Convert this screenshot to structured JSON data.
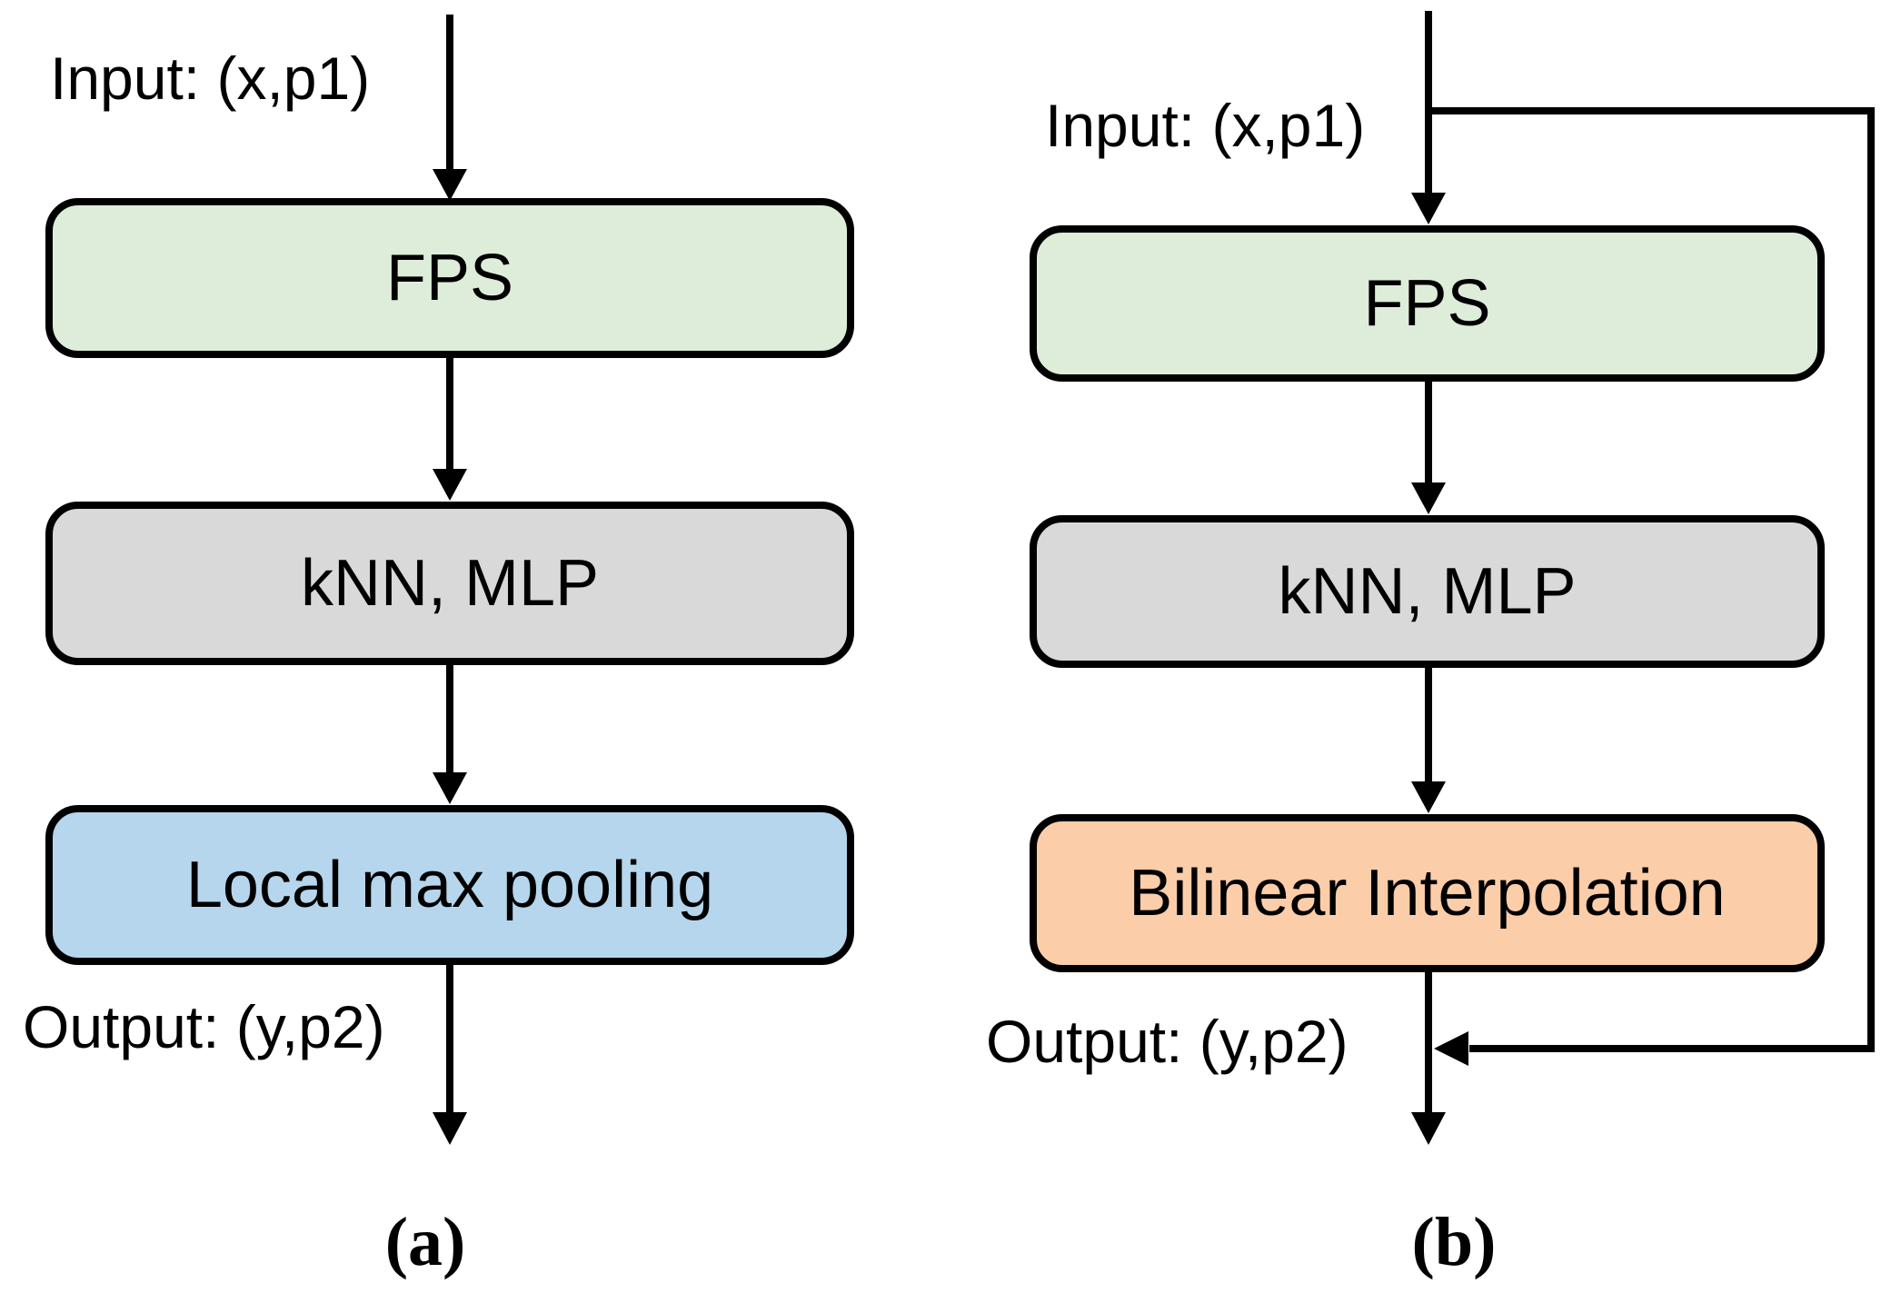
{
  "figure": {
    "background": "#FFFFFF",
    "stroke_color": "#000000",
    "diagram_a": {
      "caption": "(a)",
      "input_label": "Input: (x,p1)",
      "output_label": "Output: (y,p2)",
      "boxes": [
        {
          "name": "fps",
          "label": "FPS",
          "fill": "#DEEDDA"
        },
        {
          "name": "knn-mlp",
          "label": "kNN, MLP",
          "fill": "#D9D9D9"
        },
        {
          "name": "local-max-pooling",
          "label": "Local max pooling",
          "fill": "#B5D6EC"
        }
      ]
    },
    "diagram_b": {
      "caption": "(b)",
      "input_label": "Input: (x,p1)",
      "output_label": "Output: (y,p2)",
      "boxes": [
        {
          "name": "fps",
          "label": "FPS",
          "fill": "#DEEDDA"
        },
        {
          "name": "knn-mlp",
          "label": "kNN, MLP",
          "fill": "#D9D9D9"
        },
        {
          "name": "bilinear-interpolation",
          "label": "Bilinear Interpolation",
          "fill": "#FCCDA9"
        }
      ],
      "has_skip_connection": true
    }
  }
}
